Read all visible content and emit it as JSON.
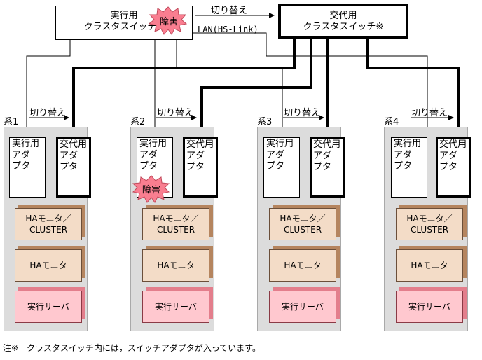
{
  "switches": {
    "main_line1": "実行用",
    "main_line2": "クラスタスイッチ※",
    "alt_line1": "交代用",
    "alt_line2": "クラスタスイッチ※"
  },
  "top_switch_label": "切り替え",
  "lan_label": "LAN(HS-Link)",
  "failure_label": "障害",
  "systems": [
    {
      "name": "系1",
      "switch_label": "切り替え",
      "act_adapter": "実行用アダプタ",
      "alt_adapter": "交代用アダプタ",
      "ha_cluster_1": "HAモニタ／",
      "ha_cluster_2": "CLUSTER",
      "ha": "HAモニタ",
      "server": "実行サーバ"
    },
    {
      "name": "系2",
      "switch_label": "切り替え",
      "act_adapter": "実行用アダプタ",
      "alt_adapter": "交代用アダプタ",
      "ha_cluster_1": "HAモニタ／",
      "ha_cluster_2": "CLUSTER",
      "ha": "HAモニタ",
      "server": "実行サーバ"
    },
    {
      "name": "系3",
      "switch_label": "切り替え",
      "act_adapter": "実行用アダプタ",
      "alt_adapter": "交代用アダプタ",
      "ha_cluster_1": "HAモニタ／",
      "ha_cluster_2": "CLUSTER",
      "ha": "HAモニタ",
      "server": "実行サーバ"
    },
    {
      "name": "系4",
      "switch_label": "切り替え",
      "act_adapter": "実行用アダプタ",
      "alt_adapter": "交代用アダプタ",
      "ha_cluster_1": "HAモニタ／",
      "ha_cluster_2": "CLUSTER",
      "ha": "HAモニタ",
      "server": "実行サーバ"
    }
  ],
  "adapter_text": {
    "act_1": "実行用",
    "act_2": "アダ",
    "act_3": "プタ",
    "alt_1": "交代用",
    "alt_2": "アダ",
    "alt_3": "プタ"
  },
  "note": "注※　クラスタスイッチ内には，スイッチアダプタが入っています。",
  "colors": {
    "burst_fill": "#f97e90",
    "burst_stroke": "#c1495a",
    "ha_fill": "#f3dcc7",
    "server_fill": "#ffc8cf"
  }
}
